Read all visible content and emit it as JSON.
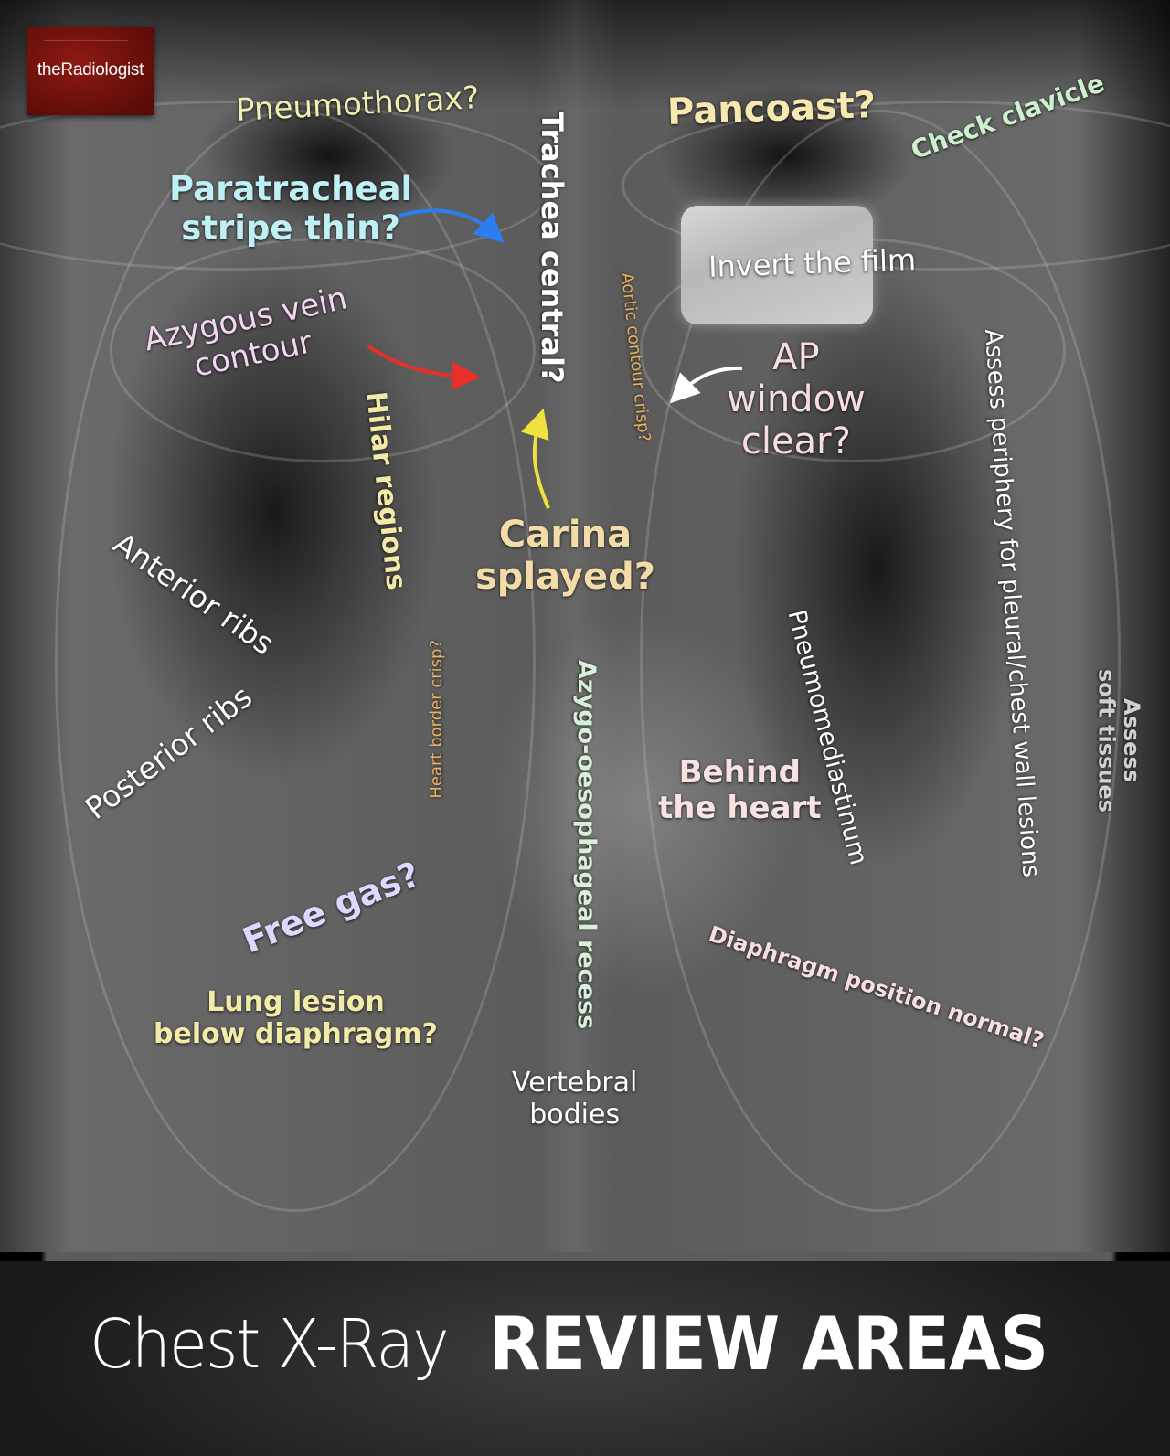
{
  "brand": {
    "logo_text": "theRadiologist",
    "logo_color": "#7a120c"
  },
  "footer": {
    "title_light": "Chest X-Ray",
    "title_bold": "REVIEW AREAS"
  },
  "labels": {
    "pneumothorax": {
      "text": "Pneumothorax?",
      "color": "#f2eeb0"
    },
    "paratracheal": {
      "line1": "Paratracheal",
      "line2": "stripe thin?",
      "color": "#bff0f5"
    },
    "trachea": {
      "text": "Trachea central?",
      "color": "#ffffff"
    },
    "pancoast": {
      "text": "Pancoast?",
      "color": "#f7e8b0"
    },
    "clavicle": {
      "text": "Check clavicle",
      "color": "#cdf0cd"
    },
    "invert": {
      "text": "Invert the film",
      "color": "#ffffff"
    },
    "aortic": {
      "text": "Aortic contour crisp?",
      "color": "#e8b060"
    },
    "ap_window": {
      "line1": "AP",
      "line2": "window",
      "line3": "clear?",
      "color": "#f8dede"
    },
    "azygous": {
      "line1": "Azygous vein",
      "line2": "contour",
      "color": "#f4d6f4"
    },
    "hilar": {
      "line1": "Hilar",
      "line2": "regions",
      "color": "#f4eaa8"
    },
    "carina": {
      "line1": "Carina",
      "line2": "splayed?",
      "color": "#f4dca8"
    },
    "anterior_ribs": {
      "text": "Anterior ribs",
      "color": "#ffffff"
    },
    "posterior_ribs": {
      "text": "Posterior ribs",
      "color": "#ffffff"
    },
    "heart_border": {
      "text": "Heart border crisp?",
      "color": "#e8b060"
    },
    "azygo_oesophageal": {
      "text": "Azygo-oesophageal recess",
      "color": "#d8f0d8"
    },
    "free_gas": {
      "text": "Free gas?",
      "color": "#dcd8ff"
    },
    "lung_lesion": {
      "line1": "Lung lesion",
      "line2": "below diaphragm?",
      "color": "#f2eca8"
    },
    "vertebral": {
      "line1": "Vertebral",
      "line2": "bodies",
      "color": "#ffffff"
    },
    "behind_heart": {
      "line1": "Behind",
      "line2": "the heart",
      "color": "#f8e2e2"
    },
    "pneumomediastinum": {
      "text": "Pneumomediastinum",
      "color": "#ffffff"
    },
    "periphery": {
      "text": "Assess periphery for pleural/chest wall lesions",
      "color": "#ffffff"
    },
    "soft_tissues": {
      "line1": "Assess",
      "line2": "soft tissues",
      "color": "#d0d0d0"
    },
    "diaphragm": {
      "text": "Diaphragm position normal?",
      "color": "#f8dede"
    }
  },
  "arrows": {
    "paratracheal_color": "#2a7ef0",
    "azygous_color": "#e8302a",
    "carina_color": "#f0e040",
    "ap_window_color": "#ffffff"
  }
}
